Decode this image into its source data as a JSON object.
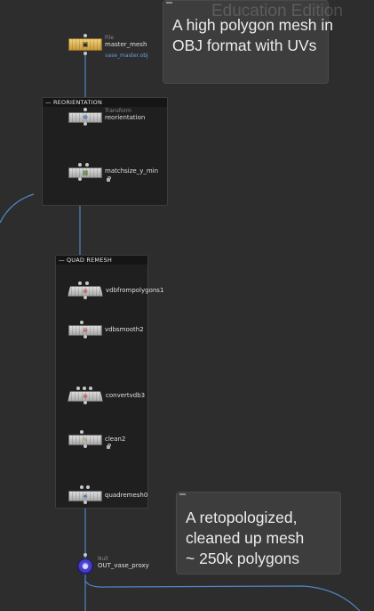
{
  "watermark": "Education Edition",
  "colors": {
    "background": "#2d2d2d",
    "wire": "#4f86c6",
    "netbox": "#1f1f1f",
    "sticky": "#3d3d3d",
    "file_node": "#e2b65a",
    "null_node": "#4a3fc4",
    "param_text": "#6a9ed8"
  },
  "notes": {
    "top": {
      "lines": [
        "A high polygon mesh in",
        "OBJ format with UVs"
      ]
    },
    "bottom": {
      "lines": [
        "A retopologized,",
        "cleaned up mesh",
        "~ 250k polygons"
      ]
    }
  },
  "boxes": {
    "reorientation": {
      "title": "REORIENTATION"
    },
    "quad_remesh": {
      "title": "QUAD REMESH"
    }
  },
  "nodes": {
    "master_mesh": {
      "type_label": "File",
      "name": "master_mesh",
      "param": "vase_master.obj",
      "icon": "file-icon"
    },
    "reorientation": {
      "type_label": "Transform",
      "name": "reorientation",
      "icon": "transform-icon"
    },
    "matchsize": {
      "name": "matchsize_y_min",
      "icon": "matchsize-icon",
      "locked": true
    },
    "vdbfrompolygons": {
      "name": "vdbfrompolygons1",
      "icon": "vdb-icon"
    },
    "vdbsmooth": {
      "name": "vdbsmooth2",
      "icon": "vdb-icon"
    },
    "convertvdb": {
      "name": "convertvdb3",
      "icon": "vdb-icon"
    },
    "clean": {
      "name": "clean2",
      "icon": "clean-icon",
      "locked": true
    },
    "quadremesh": {
      "name": "quadremesh0",
      "icon": "quadremesh-icon"
    },
    "out": {
      "type_label": "Null",
      "name": "OUT_vase_proxy",
      "icon": "null-icon"
    }
  }
}
